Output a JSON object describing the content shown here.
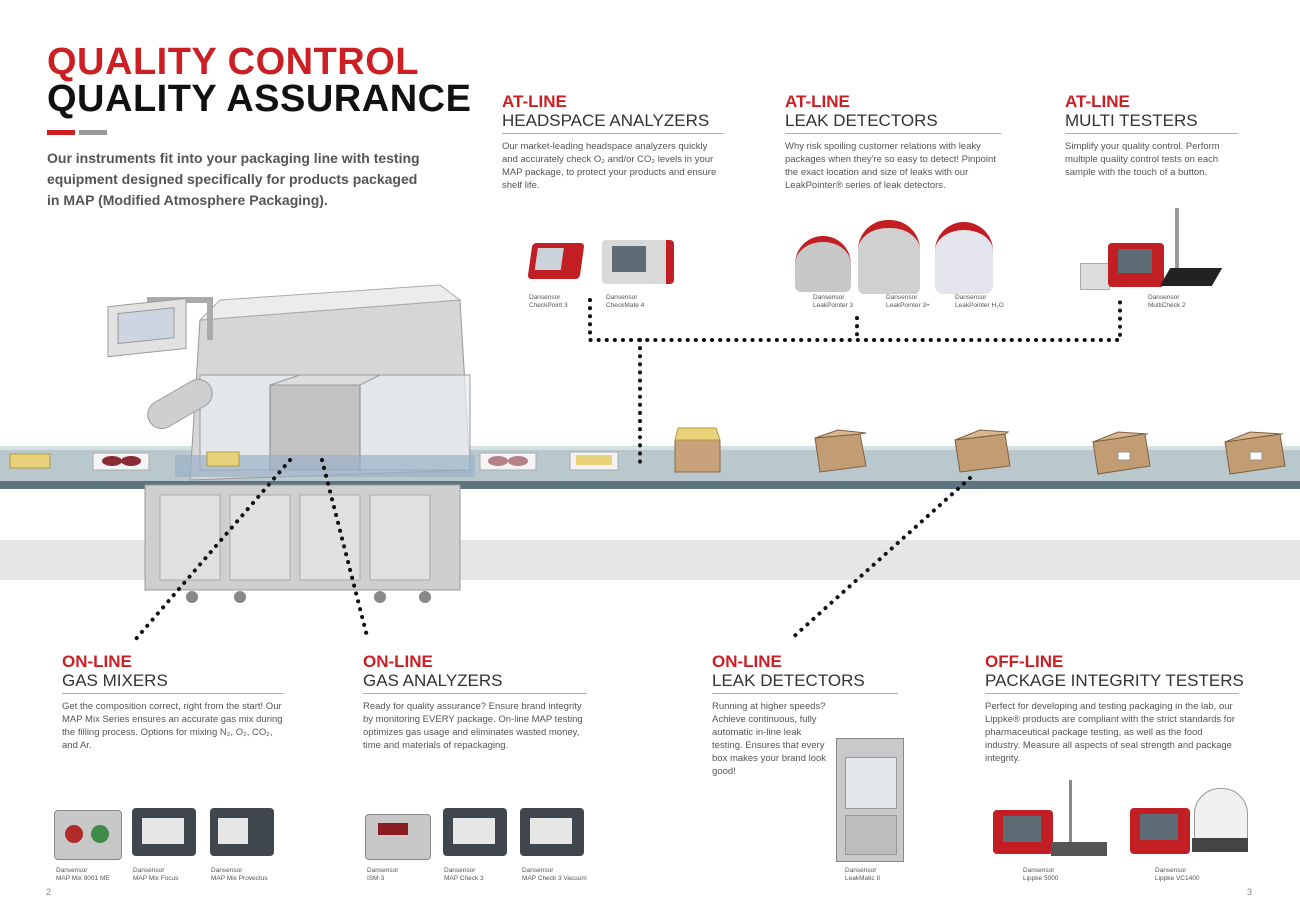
{
  "header": {
    "title_line1": "QUALITY CONTROL",
    "title_line2": "QUALITY ASSURANCE",
    "intro": "Our instruments fit into your packaging line with testing equipment designed specifically for products packaged in MAP (Modified Atmosphere Packaging)."
  },
  "sections": {
    "headspace": {
      "type": "AT-LINE",
      "name": "HEADSPACE ANALYZERS",
      "desc": "Our market-leading headspace analyzers quickly and accurately check O₂ and/or CO₂ levels in your MAP package, to protect your products and ensure shelf life.",
      "products": [
        {
          "brand": "Dansensor",
          "model": "CheckPoint 3"
        },
        {
          "brand": "Dansensor",
          "model": "CheckMate 4"
        }
      ]
    },
    "leak_at": {
      "type": "AT-LINE",
      "name": "LEAK DETECTORS",
      "desc": "Why risk spoiling customer relations with leaky packages when they're so easy to detect! Pinpoint the exact location and size of leaks with our LeakPointer® series of leak detectors.",
      "products": [
        {
          "brand": "Dansensor",
          "model": "LeakPointer 3"
        },
        {
          "brand": "Dansensor",
          "model": "LeakPointer 3+"
        },
        {
          "brand": "Dansensor",
          "model": "LeakPointer H₂O"
        }
      ]
    },
    "multi": {
      "type": "AT-LINE",
      "name": "MULTI TESTERS",
      "desc": "Simplify your quality control. Perform multiple quality control tests on each sample with the touch of a button.",
      "products": [
        {
          "brand": "Dansensor",
          "model": "MultiCheck 2"
        }
      ]
    },
    "gas_mixers": {
      "type": "ON-LINE",
      "name": "GAS MIXERS",
      "desc": "Get the composition correct, right from the start! Our MAP Mix Series ensures an accurate gas mix during the filling process. Options for mixing N₂, O₂, CO₂, and Ar.",
      "products": [
        {
          "brand": "Dansensor",
          "model": "MAP Mix 9001 ME"
        },
        {
          "brand": "Dansensor",
          "model": "MAP Mix Focus"
        },
        {
          "brand": "Dansensor",
          "model": "MAP Mix Provectus"
        }
      ]
    },
    "gas_analyzers": {
      "type": "ON-LINE",
      "name": "GAS ANALYZERS",
      "desc": "Ready for quality assurance? Ensure brand integrity by monitoring EVERY package. On-line MAP testing optimizes gas usage and eliminates wasted money, time and materials of repackaging.",
      "products": [
        {
          "brand": "Dansensor",
          "model": "ISM-3"
        },
        {
          "brand": "Dansensor",
          "model": "MAP Check 3"
        },
        {
          "brand": "Dansensor",
          "model": "MAP Check 3 Vacuum"
        }
      ]
    },
    "leak_on": {
      "type": "ON-LINE",
      "name": "LEAK DETECTORS",
      "desc": "Running at higher speeds? Achieve continuous, fully automatic in-line leak testing. Ensures that every box makes your brand look good!",
      "products": [
        {
          "brand": "Dansensor",
          "model": "LeakMatic II"
        }
      ]
    },
    "offline": {
      "type": "OFF-LINE",
      "name": "PACKAGE INTEGRITY TESTERS",
      "desc": "Perfect for developing and testing packaging in the lab, our Lippke® products are compliant with the strict standards for pharmaceutical package testing, as well as the food industry. Measure all aspects of seal strength and package integrity.",
      "products": [
        {
          "brand": "Dansensor",
          "model": "Lippke 5000"
        },
        {
          "brand": "Dansensor",
          "model": "Lippke VC1400"
        }
      ]
    }
  },
  "pages": {
    "left": "2",
    "right": "3"
  },
  "colors": {
    "accent": "#cc1f24",
    "heading": "#111111",
    "rule": "#b9a9ab"
  }
}
